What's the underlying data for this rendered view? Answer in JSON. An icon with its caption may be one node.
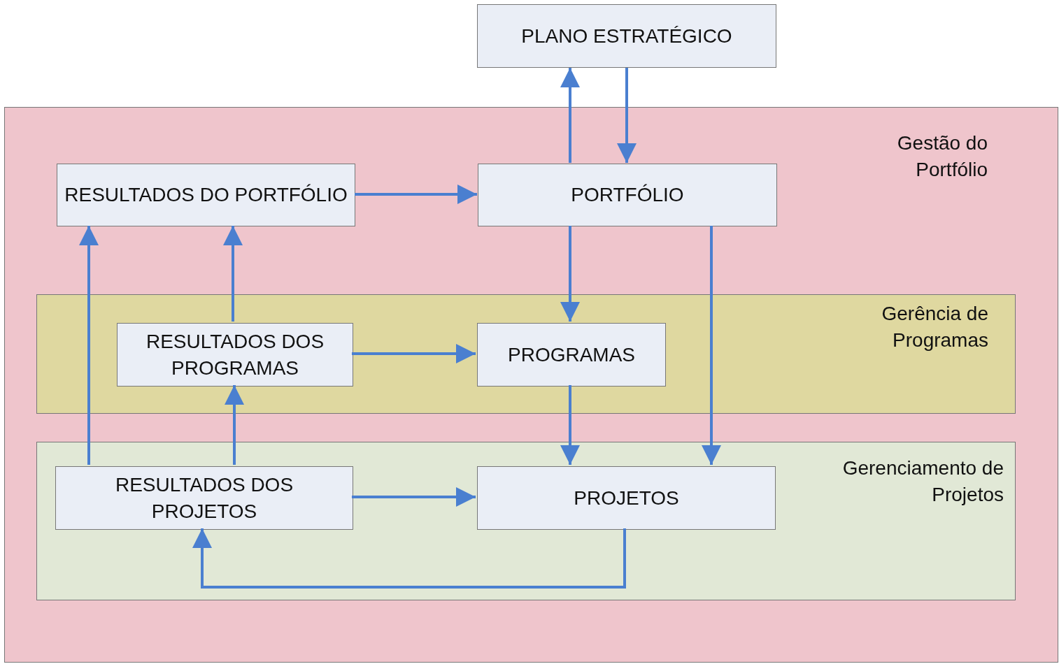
{
  "diagram": {
    "nodes": [
      {
        "text": [
          "PLANO ESTRATÉGICO"
        ]
      },
      {
        "text": [
          "Gestão do Portfólio"
        ]
      },
      {
        "text": [
          "RESULTADOS DO PORTFÓLIO"
        ],
        "in": 1
      },
      {
        "text": [
          "PORTFÓLIO"
        ],
        "in": 1
      },
      {
        "text": [
          "Gerência de Programas"
        ],
        "in": 1
      },
      {
        "text": [
          "RESULTADOS DOS PROGRAMAS"
        ],
        "in": 4
      },
      {
        "text": [
          "PROGRAMAS"
        ],
        "in": 4
      },
      {
        "text": [
          "Gerenciamento de Projetos"
        ],
        "in": 1
      },
      {
        "text": [
          "RESULTADOS DOS PROJETOS"
        ],
        "in": 7
      },
      {
        "text": [
          "PROJETOS"
        ],
        "in": 7
      }
    ],
    "edges": [
      {
        "from": 3,
        "to": 0,
        "arrow": "to"
      },
      {
        "from": 0,
        "to": 3,
        "arrow": "to"
      },
      {
        "from": 2,
        "to": 3,
        "arrow": "to"
      },
      {
        "from": 3,
        "to": 6,
        "arrow": "to"
      },
      {
        "from": 3,
        "to": 9,
        "arrow": "to"
      },
      {
        "from": 5,
        "to": 2,
        "arrow": "to"
      },
      {
        "from": 5,
        "to": 6,
        "arrow": "to"
      },
      {
        "from": 6,
        "to": 9,
        "arrow": "to"
      },
      {
        "from": 8,
        "to": 2,
        "arrow": "to"
      },
      {
        "from": 8,
        "to": 5,
        "arrow": "to"
      },
      {
        "from": 8,
        "to": 9,
        "arrow": "to"
      },
      {
        "from": 9,
        "to": 8,
        "arrow": "to"
      }
    ]
  }
}
